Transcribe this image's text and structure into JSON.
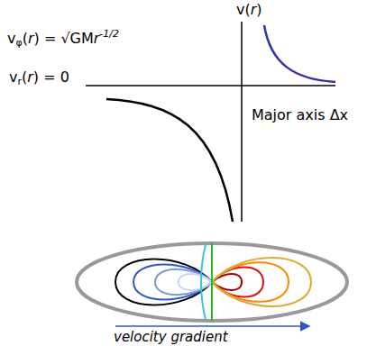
{
  "diagram": {
    "labels": [
      "v(",
      "r",
      ")",
      "v",
      "φ",
      "(",
      "r",
      ") = √GM",
      "r",
      "-1/2",
      "v",
      "r",
      "(",
      "r",
      ") = 0",
      "Major axis Δx",
      "velocity gradient"
    ]
  }
}
